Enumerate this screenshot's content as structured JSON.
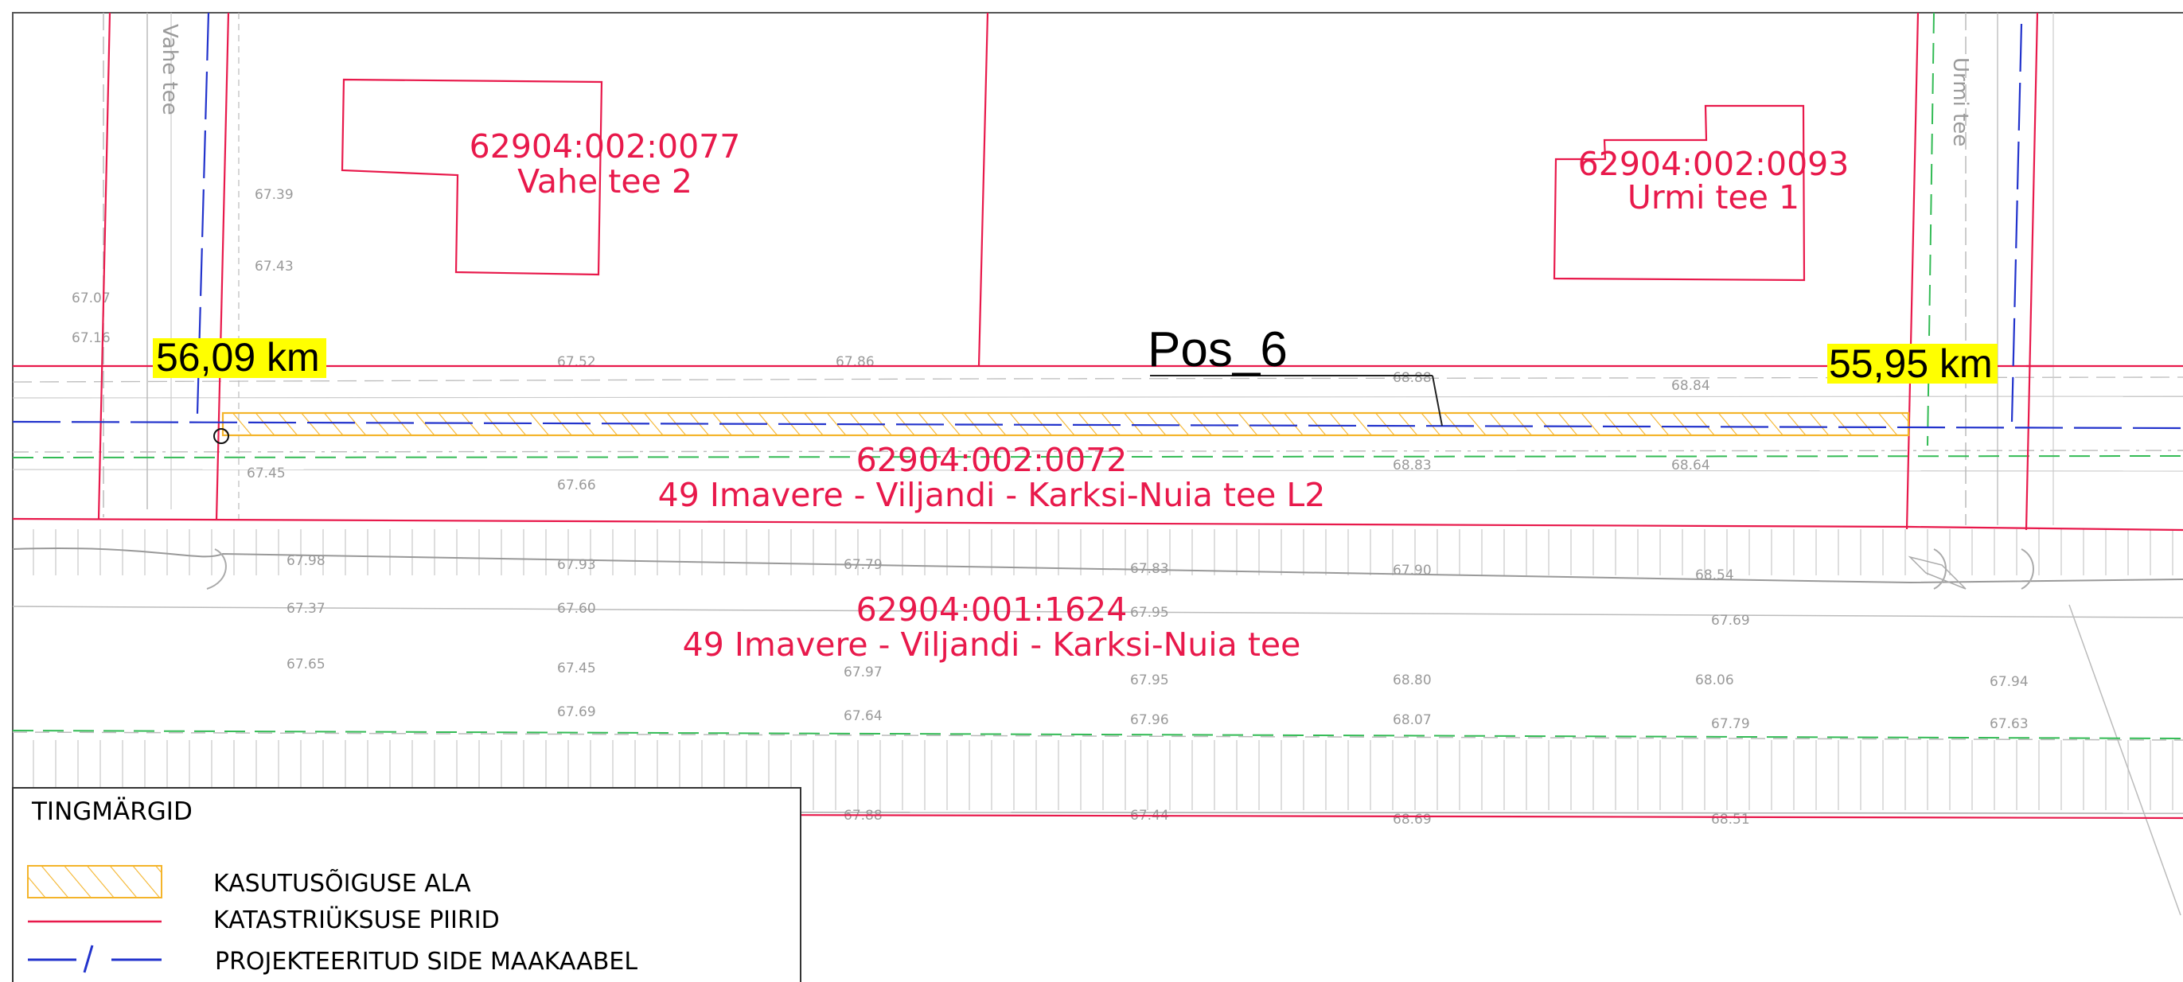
{
  "colors": {
    "boundary": "#e8194b",
    "cable": "#2233cc",
    "easement": "#f4b42a",
    "greenline": "#33bb55",
    "highlight": "#ffff00",
    "survey": "#b0b0b0"
  },
  "parcels": [
    {
      "id": "62904:002:0077",
      "name": "Vahe tee 2"
    },
    {
      "id": "62904:002:0093",
      "name": "Urmi tee 1"
    },
    {
      "id": "62904:002:0072",
      "name": "49 Imavere - Viljandi - Karksi-Nuia tee L2"
    },
    {
      "id": "62904:001:1624",
      "name": "49 Imavere - Viljandi - Karksi-Nuia tee"
    }
  ],
  "chainage": {
    "left": "56,09 km",
    "right": "55,95 km"
  },
  "position_label": "Pos_6",
  "street_labels": [
    "Vahe tee",
    "Urmi tee"
  ],
  "legend": {
    "title": "TINGMÄRGID",
    "items": [
      {
        "symbol": "hatch-swatch",
        "label": "KASUTUSÕIGUSE ALA"
      },
      {
        "symbol": "boundary-line",
        "label": "KATASTRIÜKSUSE PIIRID"
      },
      {
        "symbol": "cable-line",
        "label": "PROJEKTEERITUD SIDE MAAKAABEL"
      }
    ]
  }
}
